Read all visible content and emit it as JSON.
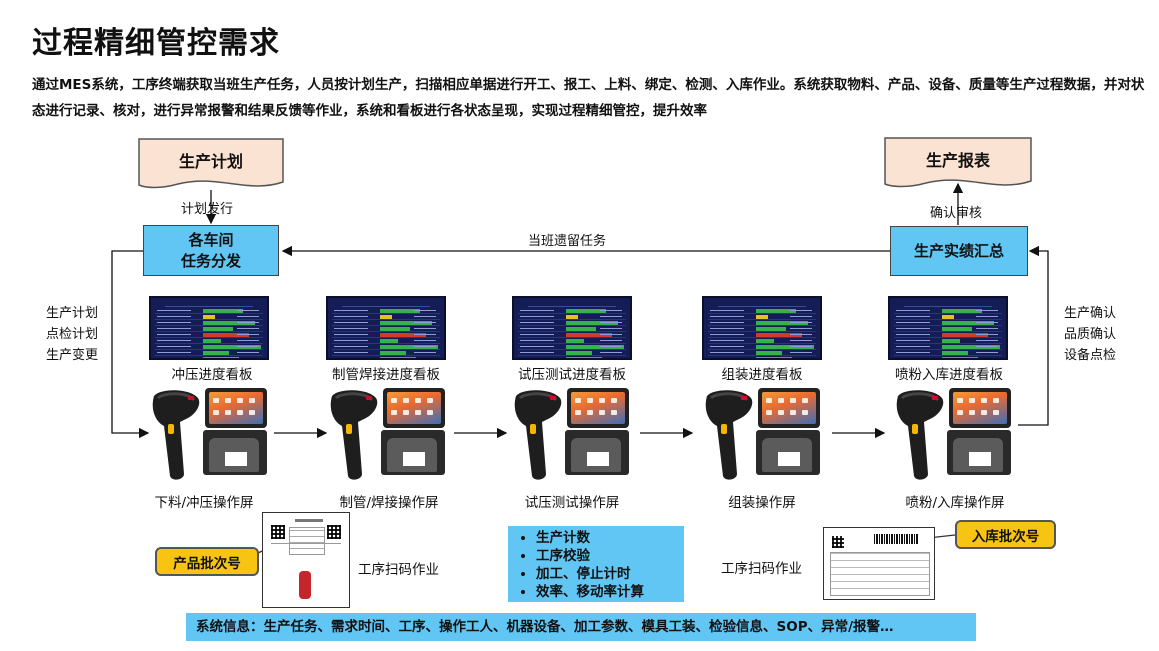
{
  "title": "过程精细管控需求",
  "intro": "通过MES系统，工序终端获取当班生产任务，人员按计划生产，扫描相应单据进行开工、报工、上料、绑定、检测、入库作业。系统获取物料、产品、设备、质量等生产过程数据，并对状态进行记录、核对，进行异常报警和结果反馈等作业，系统和看板进行各状态呈现，实现过程精细管控，提升效率",
  "plan_doc": "生产计划",
  "report_doc": "生产报表",
  "plan_issue": "计划发行",
  "confirm_review": "确认审核",
  "dispatch_box": [
    "各车间",
    "任务分发"
  ],
  "summary_box": "生产实绩汇总",
  "leftover_task": "当班遗留任务",
  "left_notes": [
    "生产计划",
    "点检计划",
    "生产变更"
  ],
  "right_notes": [
    "生产确认",
    "品质确认",
    "设备点检"
  ],
  "boards": [
    "冲压进度看板",
    "制管焊接进度看板",
    "试压测试进度看板",
    "组装进度看板",
    "喷粉入库进度看板"
  ],
  "stations": [
    "下料/冲压操作屏",
    "制管/焊接操作屏",
    "试压测试操作屏",
    "组装操作屏",
    "喷粉/入库操作屏"
  ],
  "product_batch_tag": "产品批次号",
  "inbound_batch_tag": "入库批次号",
  "scan_left": "工序扫码作业",
  "scan_right": "工序扫码作业",
  "bullets": [
    "生产计数",
    "工序校验",
    "加工、停止计时",
    "效率、移动率计算"
  ],
  "system_info": "系统信息：生产任务、需求时间、工序、操作工人、机器设备、加工参数、模具工装、检验信息、SOP、异常/报警…",
  "colors": {
    "blue_box": "#62c6f4",
    "doc_fill": "#fbe3d3",
    "tag_yellow": "#f8c413",
    "board_bg": "#141d55"
  }
}
